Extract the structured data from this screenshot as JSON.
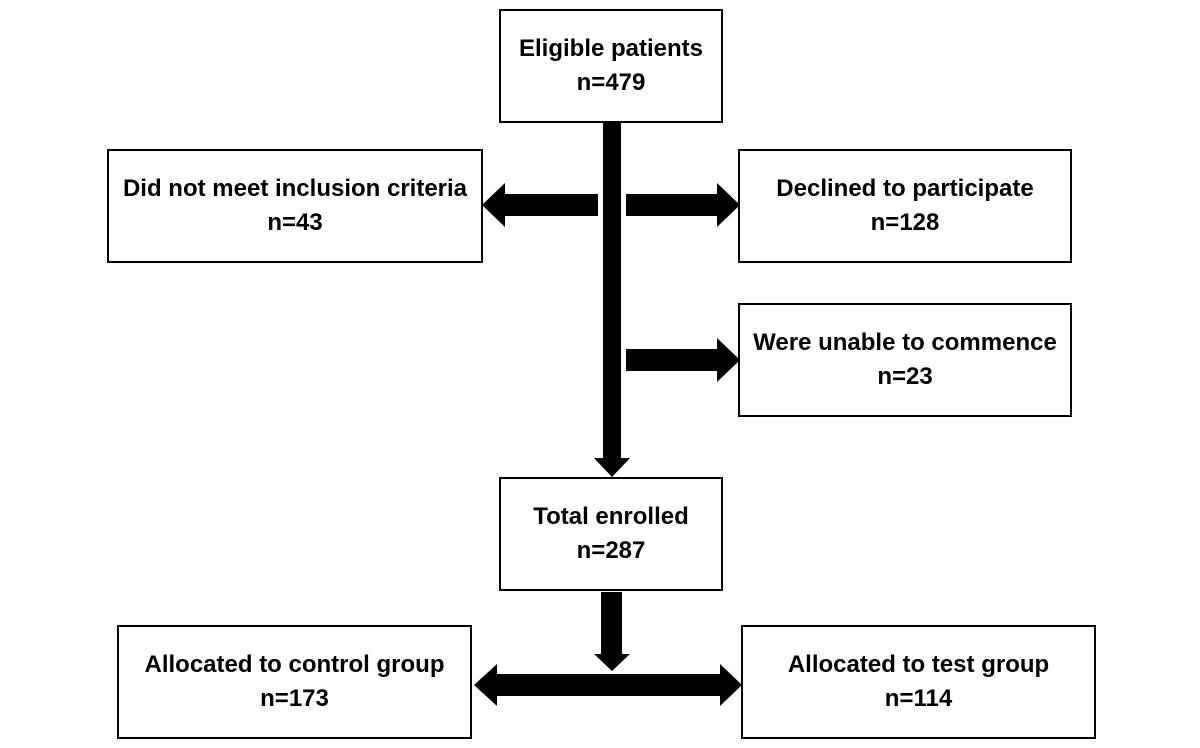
{
  "colors": {
    "stroke": "#000000",
    "background": "#ffffff"
  },
  "boxes": {
    "eligible": {
      "title": "Eligible patients",
      "count": "n=479"
    },
    "excluded": {
      "title": "Did not meet inclusion criteria",
      "count": "n=43"
    },
    "declined": {
      "title": "Declined to participate",
      "count": "n=128"
    },
    "unable": {
      "title": "Were unable to commence",
      "count": "n=23"
    },
    "enrolled": {
      "title": "Total enrolled",
      "count": "n=287"
    },
    "control": {
      "title": "Allocated to control group",
      "count": "n=173"
    },
    "test": {
      "title": "Allocated to test group",
      "count": "n=114"
    }
  }
}
